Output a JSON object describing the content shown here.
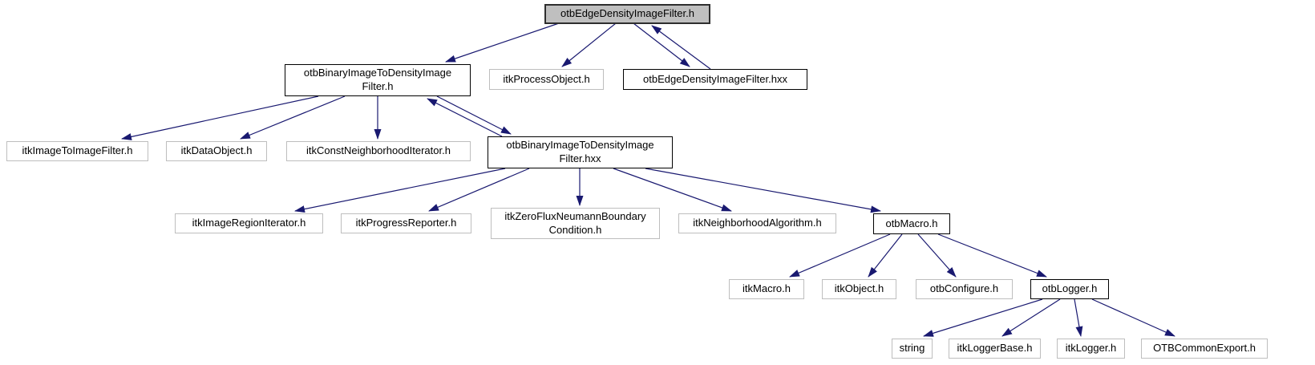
{
  "diagram": {
    "type": "include-dependency-graph",
    "root_file": "otbEdgeDensityImageFilter.h",
    "colors": {
      "edge": "#191970",
      "main_node_fill": "#bfbfbf",
      "node_fill": "#ffffff",
      "documented_node_border": "#000000",
      "external_node_border": "#bebebe",
      "text": "#000000",
      "background": "#ffffff"
    }
  },
  "nodes": {
    "root": {
      "label": "otbEdgeDensityImageFilter.h"
    },
    "binary_filter_h": {
      "label": "otbBinaryImageToDensityImage\nFilter.h"
    },
    "itk_process_object_h": {
      "label": "itkProcessObject.h"
    },
    "edge_filter_hxx": {
      "label": "otbEdgeDensityImageFilter.hxx"
    },
    "itk_image_to_image_filter_h": {
      "label": "itkImageToImageFilter.h"
    },
    "itk_data_object_h": {
      "label": "itkDataObject.h"
    },
    "itk_const_neighborhood_iterator_h": {
      "label": "itkConstNeighborhoodIterator.h"
    },
    "binary_filter_hxx": {
      "label": "otbBinaryImageToDensityImage\nFilter.hxx"
    },
    "itk_image_region_iterator_h": {
      "label": "itkImageRegionIterator.h"
    },
    "itk_progress_reporter_h": {
      "label": "itkProgressReporter.h"
    },
    "itk_zero_flux_h": {
      "label": "itkZeroFluxNeumannBoundary\nCondition.h"
    },
    "itk_neighborhood_algorithm_h": {
      "label": "itkNeighborhoodAlgorithm.h"
    },
    "otb_macro_h": {
      "label": "otbMacro.h"
    },
    "itk_macro_h": {
      "label": "itkMacro.h"
    },
    "itk_object_h": {
      "label": "itkObject.h"
    },
    "otb_configure_h": {
      "label": "otbConfigure.h"
    },
    "otb_logger_h": {
      "label": "otbLogger.h"
    },
    "string_hdr": {
      "label": "string"
    },
    "itk_logger_base_h": {
      "label": "itkLoggerBase.h"
    },
    "itk_logger_h": {
      "label": "itkLogger.h"
    },
    "otb_common_export_h": {
      "label": "OTBCommonExport.h"
    }
  },
  "edges": [
    {
      "from": "otbEdgeDensityImageFilter.h",
      "to": "otbBinaryImageToDensityImageFilter.h"
    },
    {
      "from": "otbEdgeDensityImageFilter.h",
      "to": "itkProcessObject.h"
    },
    {
      "from": "otbEdgeDensityImageFilter.h",
      "to": "otbEdgeDensityImageFilter.hxx"
    },
    {
      "from": "otbEdgeDensityImageFilter.hxx",
      "to": "otbEdgeDensityImageFilter.h"
    },
    {
      "from": "otbBinaryImageToDensityImageFilter.h",
      "to": "itkImageToImageFilter.h"
    },
    {
      "from": "otbBinaryImageToDensityImageFilter.h",
      "to": "itkDataObject.h"
    },
    {
      "from": "otbBinaryImageToDensityImageFilter.h",
      "to": "itkConstNeighborhoodIterator.h"
    },
    {
      "from": "otbBinaryImageToDensityImageFilter.h",
      "to": "otbBinaryImageToDensityImageFilter.hxx"
    },
    {
      "from": "otbBinaryImageToDensityImageFilter.hxx",
      "to": "otbBinaryImageToDensityImageFilter.h"
    },
    {
      "from": "otbBinaryImageToDensityImageFilter.hxx",
      "to": "itkImageRegionIterator.h"
    },
    {
      "from": "otbBinaryImageToDensityImageFilter.hxx",
      "to": "itkProgressReporter.h"
    },
    {
      "from": "otbBinaryImageToDensityImageFilter.hxx",
      "to": "itkZeroFluxNeumannBoundaryCondition.h"
    },
    {
      "from": "otbBinaryImageToDensityImageFilter.hxx",
      "to": "itkNeighborhoodAlgorithm.h"
    },
    {
      "from": "otbBinaryImageToDensityImageFilter.hxx",
      "to": "otbMacro.h"
    },
    {
      "from": "otbMacro.h",
      "to": "itkMacro.h"
    },
    {
      "from": "otbMacro.h",
      "to": "itkObject.h"
    },
    {
      "from": "otbMacro.h",
      "to": "otbConfigure.h"
    },
    {
      "from": "otbMacro.h",
      "to": "otbLogger.h"
    },
    {
      "from": "otbLogger.h",
      "to": "string"
    },
    {
      "from": "otbLogger.h",
      "to": "itkLoggerBase.h"
    },
    {
      "from": "otbLogger.h",
      "to": "itkLogger.h"
    },
    {
      "from": "otbLogger.h",
      "to": "OTBCommonExport.h"
    }
  ]
}
